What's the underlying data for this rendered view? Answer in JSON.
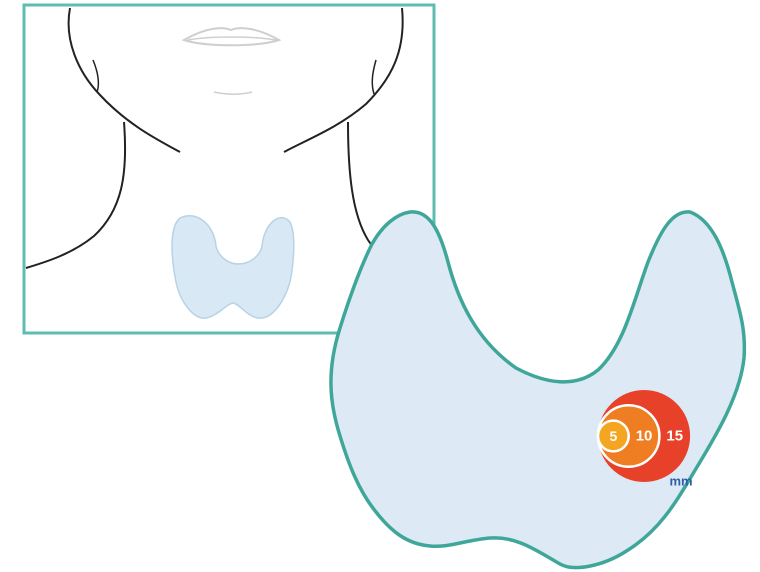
{
  "colors": {
    "frame_stroke": "#5fbcb0",
    "thyroid_fill": "#dde9f5",
    "thyroid_stroke": "#3fa79a",
    "small_thyroid_fill": "#d8e8f5",
    "small_thyroid_stroke": "#b7d3e6",
    "outline": "#222222",
    "lips": "#cfcfcf",
    "nodule_15": "#e8412a",
    "nodule_10": "#ef7d22",
    "nodule_5": "#f4a623",
    "ring": "#ffffff",
    "unit_text": "#2f5ea8"
  },
  "nodules": [
    {
      "size_mm": 15,
      "label": "15",
      "color_key": "nodule_15"
    },
    {
      "size_mm": 10,
      "label": "10",
      "color_key": "nodule_10"
    },
    {
      "size_mm": 5,
      "label": "5",
      "color_key": "nodule_5"
    }
  ],
  "unit": "mm"
}
